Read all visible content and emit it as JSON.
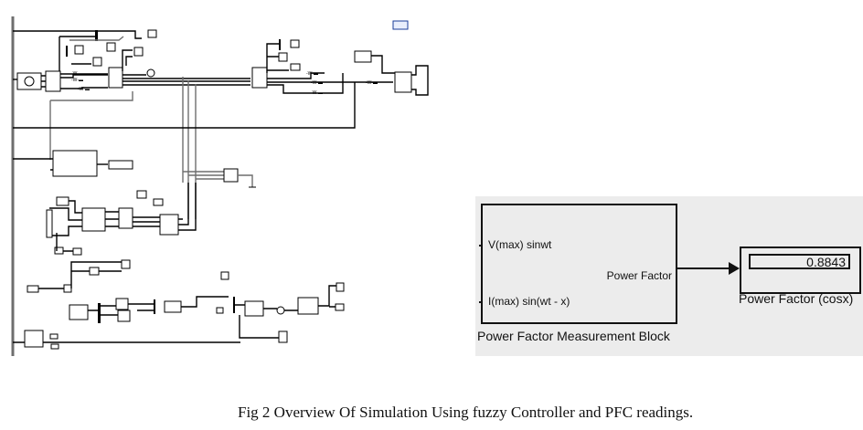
{
  "figure": {
    "caption": "Fig 2 Overview Of Simulation Using fuzzy Controller and PFC readings."
  },
  "schematic": {
    "description": "Simulink model overview: three-phase source, measurement blocks, RL loads, universal bridge, fuzzy logic controller, PWM generator, scopes and power factor measurement subsystem",
    "labels_legible": false
  },
  "inset": {
    "measurement_block": {
      "title": "Power Factor Measurement Block",
      "inputs": [
        "V(max) sinwt",
        "I(max) sin(wt - x)"
      ],
      "output": "Power Factor"
    },
    "display_block": {
      "title": "Power Factor (cosx)",
      "value": "0.8843"
    },
    "colors": {
      "panel_background": "#ececec",
      "line": "#111111"
    }
  }
}
